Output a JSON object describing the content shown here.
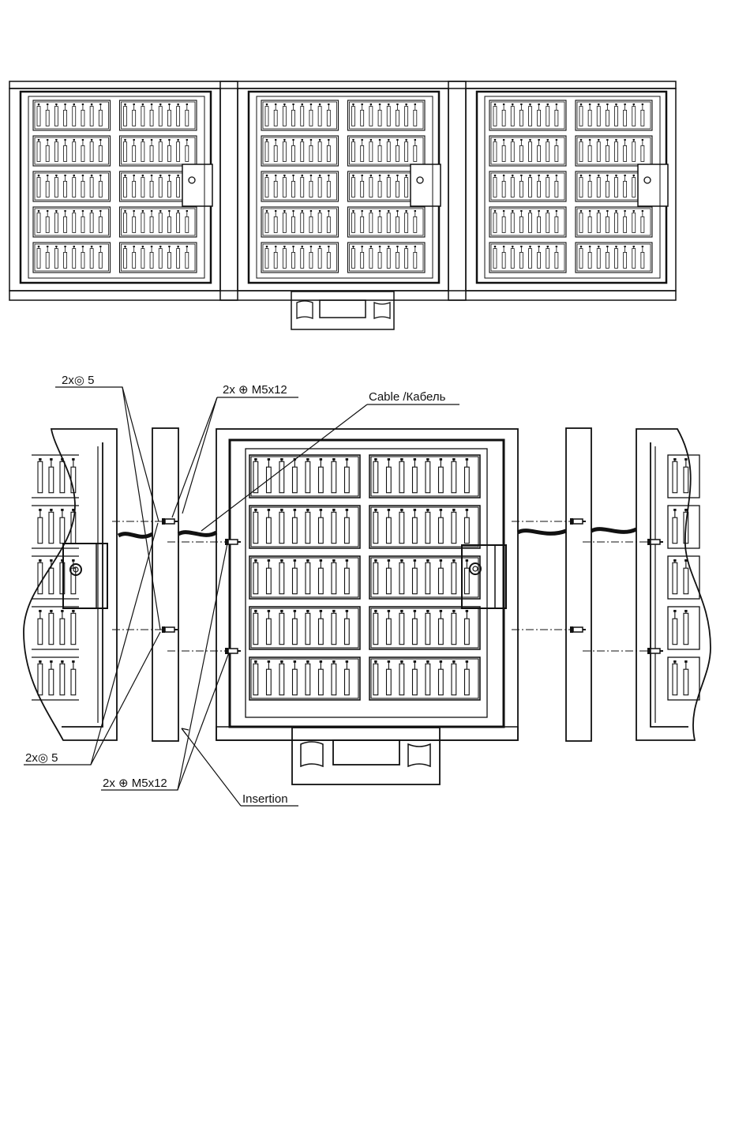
{
  "top_view": {
    "cabinet_count": 3,
    "panel_count_per_door": 2,
    "rows_per_panel": 5,
    "hooks_per_row": 8
  },
  "detail_view": {
    "callouts": {
      "washer_top": "2x◎ 5",
      "screw_top": "2x ⊕ M5x12",
      "cable": "Cable /Кабель",
      "washer_bottom": "2x◎ 5",
      "screw_bottom": "2x ⊕ M5x12",
      "insertion": "Insertion"
    }
  }
}
